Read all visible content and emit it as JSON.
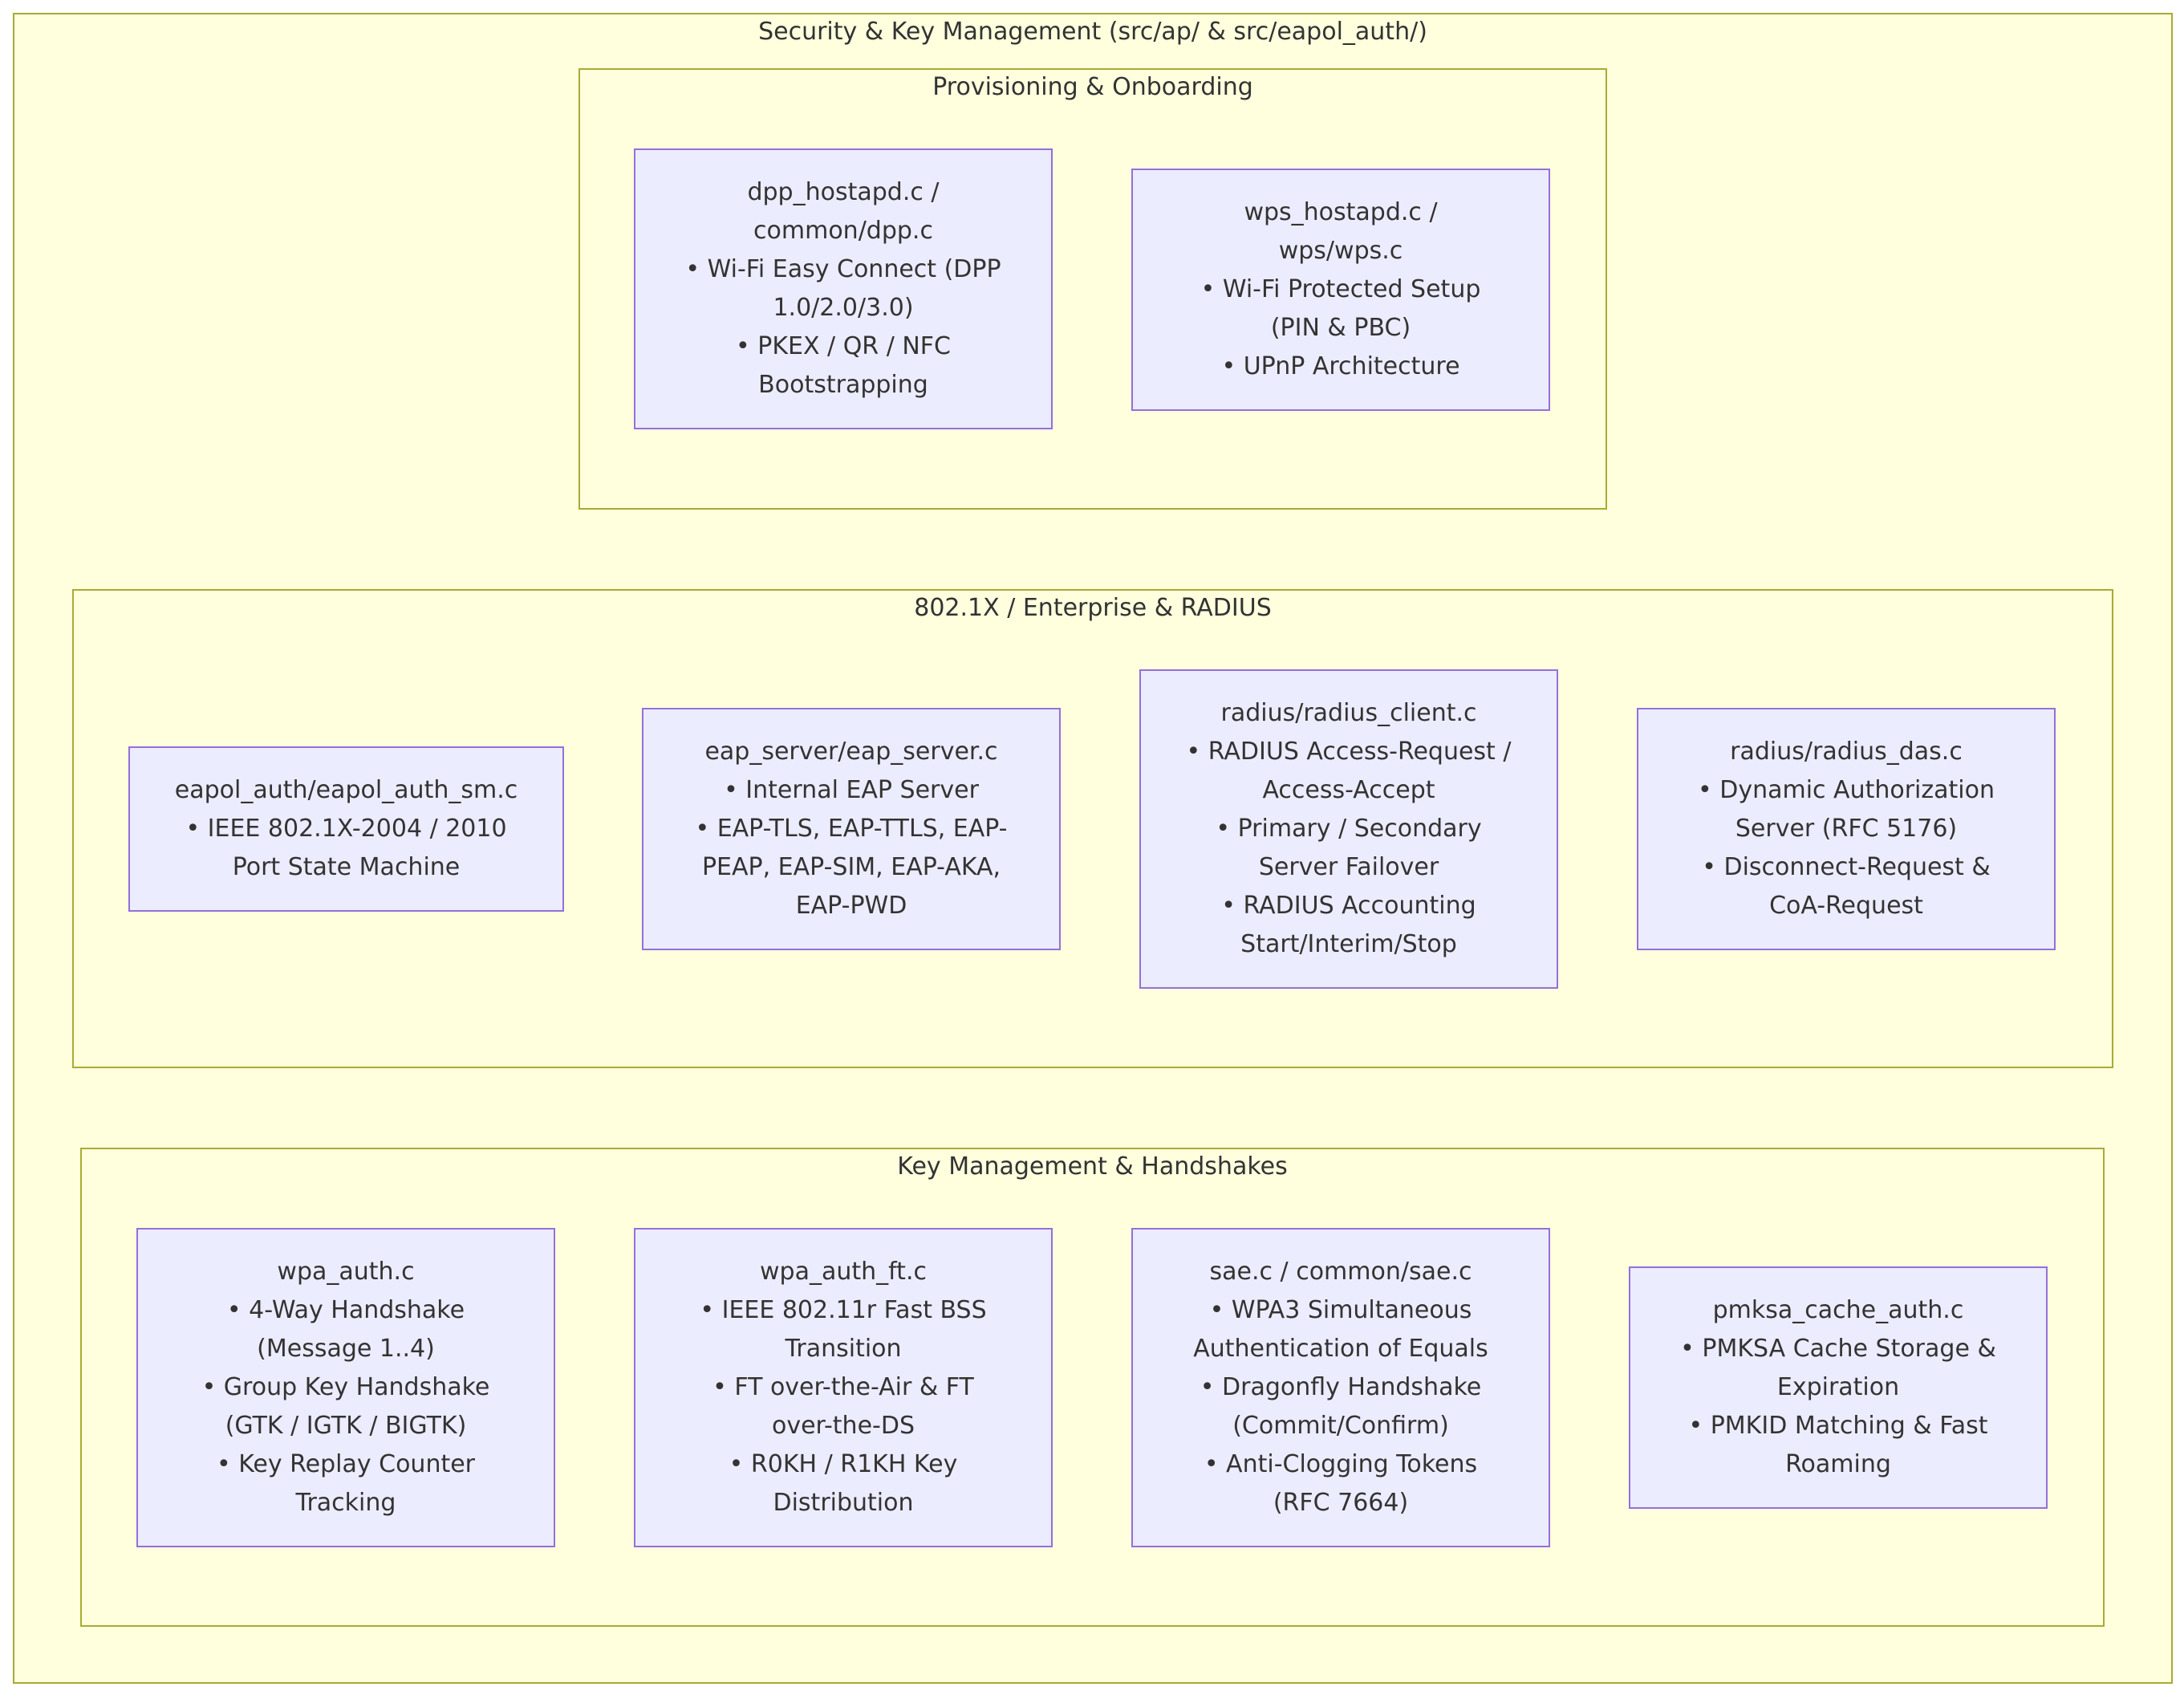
{
  "clusters": {
    "outer": {
      "title": "Security & Key Management (src/ap/ & src/eapol_auth/)"
    },
    "provisioning": {
      "title": "Provisioning & Onboarding"
    },
    "enterprise": {
      "title": "802.1X / Enterprise & RADIUS"
    },
    "keymgmt": {
      "title": "Key Management & Handshakes"
    }
  },
  "nodes": {
    "dpp": [
      "dpp_hostapd.c /",
      "common/dpp.c",
      "• Wi-Fi Easy Connect (DPP",
      "1.0/2.0/3.0)",
      "• PKEX / QR / NFC",
      "Bootstrapping"
    ],
    "wps": [
      "wps_hostapd.c /",
      "wps/wps.c",
      "• Wi-Fi Protected Setup",
      "(PIN & PBC)",
      "• UPnP Architecture"
    ],
    "eapol": [
      "eapol_auth/eapol_auth_sm.c",
      "• IEEE 802.1X-2004 / 2010",
      "Port State Machine"
    ],
    "eap_server": [
      "eap_server/eap_server.c",
      "• Internal EAP Server",
      "• EAP-TLS, EAP-TTLS, EAP-",
      "PEAP, EAP-SIM, EAP-AKA,",
      "EAP-PWD"
    ],
    "radius_client": [
      "radius/radius_client.c",
      "• RADIUS Access-Request /",
      "Access-Accept",
      "• Primary / Secondary",
      "Server Failover",
      "• RADIUS Accounting",
      "Start/Interim/Stop"
    ],
    "radius_das": [
      "radius/radius_das.c",
      "• Dynamic Authorization",
      "Server (RFC 5176)",
      "• Disconnect-Request &",
      "CoA-Request"
    ],
    "wpa_auth": [
      "wpa_auth.c",
      "• 4-Way Handshake",
      "(Message 1..4)",
      "• Group Key Handshake",
      "(GTK / IGTK / BIGTK)",
      "• Key Replay Counter",
      "Tracking"
    ],
    "wpa_auth_ft": [
      "wpa_auth_ft.c",
      "• IEEE 802.11r Fast BSS",
      "Transition",
      "• FT over-the-Air & FT",
      "over-the-DS",
      "• R0KH / R1KH Key",
      "Distribution"
    ],
    "sae": [
      "sae.c / common/sae.c",
      "• WPA3 Simultaneous",
      "Authentication of Equals",
      "• Dragonfly Handshake",
      "(Commit/Confirm)",
      "• Anti-Clogging Tokens",
      "(RFC 7664)"
    ],
    "pmksa": [
      "pmksa_cache_auth.c",
      "• PMKSA Cache Storage &",
      "Expiration",
      "• PMKID Matching & Fast",
      "Roaming"
    ]
  }
}
